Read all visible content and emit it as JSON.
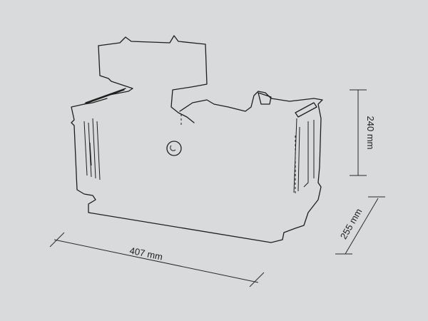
{
  "dimensions": {
    "width_label": "407 mm",
    "height_label": "240 mm",
    "depth_label": "255 mm"
  },
  "colors": {
    "background": "#d9dadb",
    "line": "#1e1e1e"
  }
}
